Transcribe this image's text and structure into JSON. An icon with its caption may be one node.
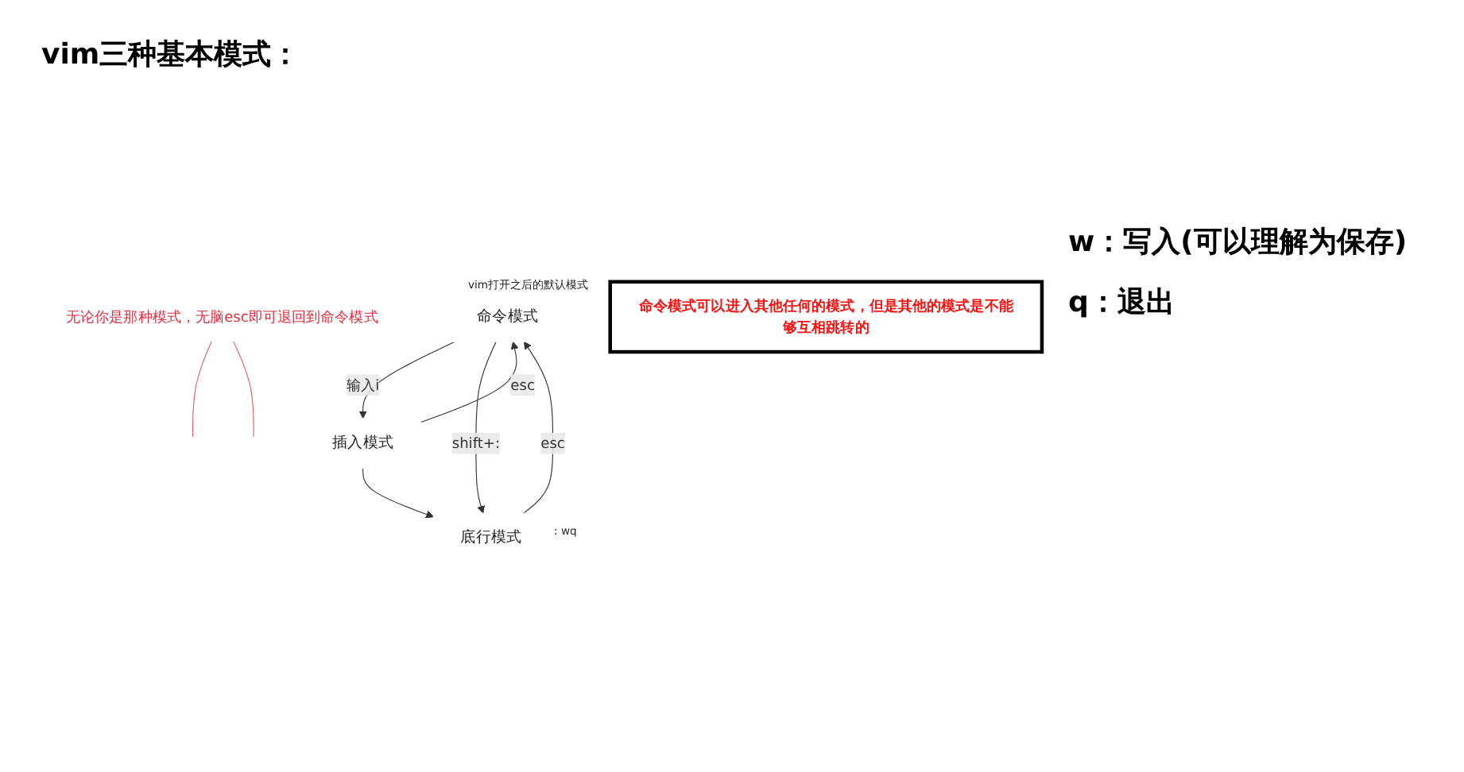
{
  "diagram": {
    "title": "vim三种基本模式：",
    "nodes": [
      {
        "text": [
          "命令模式"
        ],
        "beside": [
          "vim打开之后的默认模式"
        ]
      },
      {
        "text": [
          "插入模式"
        ]
      },
      {
        "text": [
          "底行模式"
        ],
        "beside": [
          ": wq"
        ]
      },
      {
        "text": [
          "无论你是那种模式，无脑esc即可退回到命令模式"
        ]
      },
      {
        "text": [
          "命令模式可以进入其他任何的模式，但是其他的模式是不能够互相跳转的"
        ]
      }
    ],
    "edges": [
      {
        "from": 0,
        "to": 1,
        "arrow": "to",
        "label": "输入i"
      },
      {
        "from": 1,
        "to": 0,
        "arrow": "to",
        "label": "esc"
      },
      {
        "from": 0,
        "to": 2,
        "arrow": "to",
        "label": "shift+:"
      },
      {
        "from": 2,
        "to": 0,
        "arrow": "to",
        "label": "esc"
      },
      {
        "from": 1,
        "to": 2,
        "arrow": "to"
      },
      {
        "from": 3,
        "to": null,
        "arrow": "none",
        "color": "#e06070"
      },
      {
        "from": 3,
        "to": null,
        "arrow": "none",
        "color": "#e06070"
      }
    ],
    "labels": [
      "w：写入(可以理解为保存)",
      "q：退出"
    ]
  }
}
